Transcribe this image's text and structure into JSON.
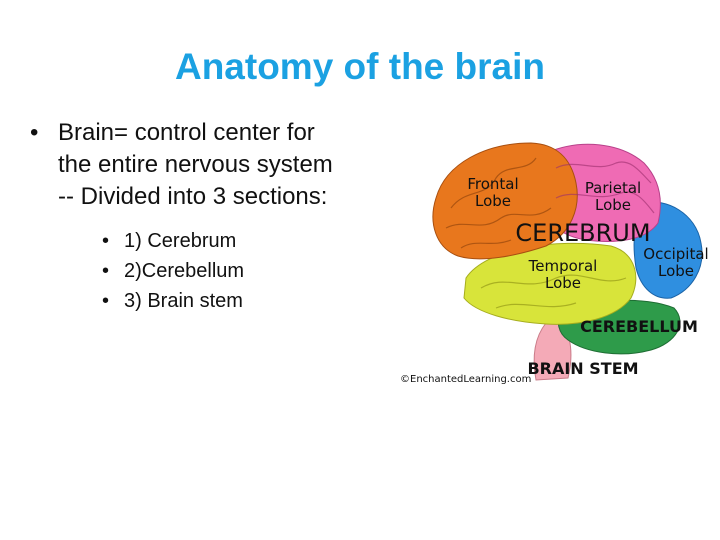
{
  "slide": {
    "title": "Anatomy of the brain",
    "bullets": {
      "main_line1": "Brain= control center for",
      "main_line2": "the entire nervous system",
      "main_line3": "-- Divided into 3 sections:",
      "sub_items": [
        "1) Cerebrum",
        "2)Cerebellum",
        "3) Brain stem"
      ]
    },
    "bullet_glyph": "•"
  },
  "figure": {
    "labels": {
      "frontal": "Frontal Lobe",
      "parietal": "Parietal Lobe",
      "cerebrum": "CEREBRUM",
      "occipital": "Occipital Lobe",
      "temporal": "Temporal Lobe",
      "cerebellum": "CEREBELLUM",
      "brain_stem": "BRAIN STEM",
      "credit": "©EnchantedLearning.com"
    },
    "colors": {
      "frontal": "#e8771d",
      "parietal": "#ef6bb4",
      "occipital": "#2f8fe0",
      "temporal": "#d8e43a",
      "cerebellum": "#2e9b4a",
      "brain_stem": "#f4aab7",
      "title": "#1ba1e2"
    }
  }
}
